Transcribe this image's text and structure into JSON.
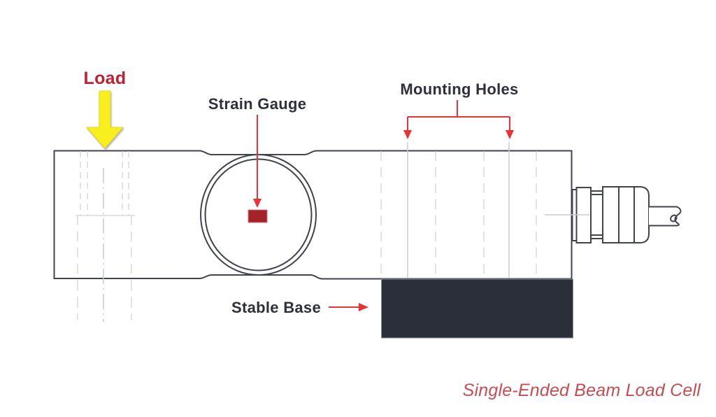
{
  "diagram": {
    "caption": "Single-Ended Beam Load Cell",
    "labels": {
      "load": "Load",
      "strain_gauge": "Strain Gauge",
      "mounting_holes": "Mounting Holes",
      "stable_base": "Stable Base"
    },
    "colors": {
      "label_text_dark": "#2e313c",
      "load_text_red": "#c21f2f",
      "annotation_arrow_red": "#ee3138",
      "strain_gauge_red": "#a32329",
      "caption_red": "#c94c51",
      "stable_base_dark": "#2b2f3a",
      "beam_outline_gray": "#41434d",
      "hidden_line_gray": "#d9dadc",
      "load_arrow_yellow": "#f9ee1e"
    }
  }
}
